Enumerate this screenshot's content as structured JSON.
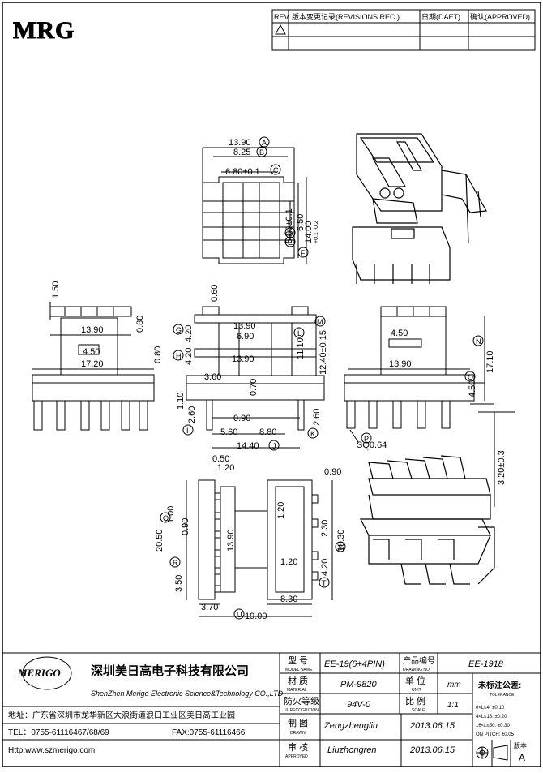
{
  "logo": {
    "text": "MRG"
  },
  "revision_table": {
    "headers": {
      "rev": "REV",
      "record": "版本变更记录(REVISIONS REC.)",
      "date": "日期(DAET)",
      "approved": "确认(APPROVED)"
    }
  },
  "dimensions": {
    "top_view": {
      "d1": "13.90",
      "d2": "8.25",
      "d3": "6.80±0.1",
      "d4": "5.00±0.1",
      "d5": "6.50",
      "d6": "14.00",
      "d6_tol": "+0.1 -0.2"
    },
    "left_view": {
      "d1": "1.50",
      "d2": "13.90",
      "d3": "0.80",
      "d4": "4.50",
      "d5": "0.80",
      "d6": "17.20"
    },
    "front_view": {
      "d1": "0.60",
      "d2": "13.90",
      "d3": "6.90",
      "d4": "4.20",
      "d5": "4.20",
      "d6": "13.90",
      "d7": "3.60",
      "d8": "0.70",
      "d9": "11.10",
      "d10": "12.40±0.15",
      "d11": "1.10",
      "d12": "2.60",
      "d13": "0.90",
      "d14": "5.60",
      "d15": "8.80",
      "d16": "2.60",
      "d17": "14.40"
    },
    "right_view": {
      "d1": "4.50",
      "d2": "13.90",
      "d3": "17.10",
      "d4": "4.50",
      "d5": "SQ0.64",
      "d6": "3.20±0.3"
    },
    "bottom_view": {
      "d1": "0.50",
      "d2": "1.20",
      "d3": "0.90",
      "d4": "1.00",
      "d5": "0.90",
      "d6": "20.50",
      "d7": "3.50",
      "d8": "13.90",
      "d9": "1.20",
      "d10": "2.30",
      "d11": "18.30",
      "d12": "1.20",
      "d13": "4.20",
      "d14": "3.70",
      "d15": "8.30",
      "d16": "19.00"
    },
    "markers": [
      "A",
      "B",
      "C",
      "D",
      "E",
      "F",
      "G",
      "H",
      "I",
      "J",
      "K",
      "L",
      "M",
      "N",
      "O",
      "P",
      "Q",
      "R",
      "S",
      "T",
      "U"
    ]
  },
  "title_block": {
    "company_logo": "MERIGO",
    "company_cn": "深圳美日高电子科技有限公司",
    "company_en": "ShenZhen Merigo Electronic Science&Technology CO.,LTD",
    "address": "地址：广东省深圳市龙华新区大浪街道浪口工业区美日高工业园",
    "tel": "TEL：0755-61116467/68/69",
    "fax": "FAX:0755-61116466",
    "http": "Http:www.szmerigo.com",
    "model_label": "型  号",
    "model_label_en": "MODEL NAME",
    "model_value": "EE-19(6+4PIN)",
    "drawing_no_label": "产品编号",
    "drawing_no_label_en": "DRAWING NO.",
    "drawing_no_value": "EE-1918",
    "material_label": "材  质",
    "material_label_en": "MATERIAL",
    "material_value": "PM-9820",
    "unit_label": "单  位",
    "unit_label_en": "UNIT",
    "unit_value": "mm",
    "fire_label": "防火等级",
    "fire_label_en": "UL RECOGNITION",
    "fire_value": "94V-0",
    "scale_label": "比  例",
    "scale_label_en": "SCALE",
    "scale_value": "1:1",
    "drawn_label": "制  图",
    "drawn_label_en": "DRAWN",
    "drawn_value": "Zengzhenglin",
    "drawn_date": "2013.06.15",
    "approved_label": "审  核",
    "approved_label_en": "APPROVED",
    "approved_value": "Liuzhongren",
    "approved_date": "2013.06.15",
    "tolerance_title": "未标注公差:",
    "tolerance_en": "TOLERANCE",
    "tol_rows": [
      "0<L≤4:  ±0.10",
      "4<L≤16:  ±0.20",
      "16<L≤50:  ±0.30",
      "ON PITCH:  ±0.05"
    ],
    "version_label": "版本",
    "version_value": "A"
  }
}
